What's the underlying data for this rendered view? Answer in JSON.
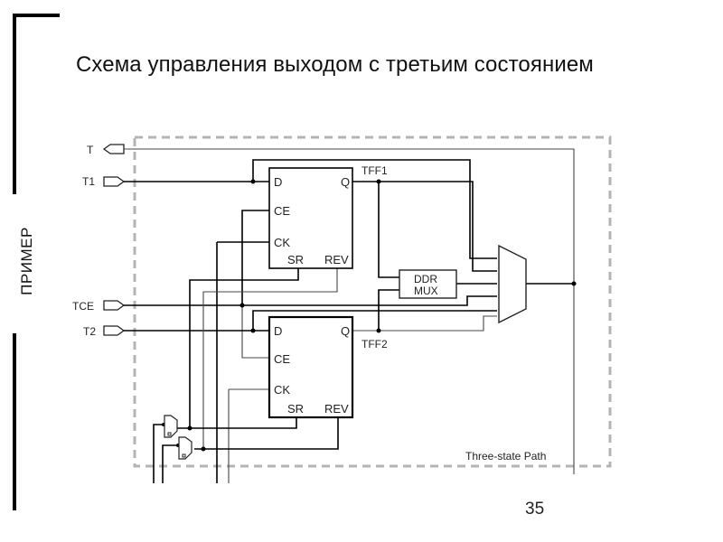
{
  "slide": {
    "title": "Схема управления выходом с третьим состоянием",
    "side_label": "ПРИМЕР",
    "page_number": "35"
  },
  "diagram": {
    "region_label": "Three-state Path",
    "ports": {
      "t": "T",
      "t1": "T1",
      "tce": "TCE",
      "t2": "T2"
    },
    "flip_flop_1": {
      "name": "TFF1",
      "pins": {
        "d": "D",
        "q": "Q",
        "ce": "CE",
        "ck": "CK",
        "sr": "SR",
        "rev": "REV"
      }
    },
    "flip_flop_2": {
      "name": "TFF2",
      "pins": {
        "d": "D",
        "q": "Q",
        "ce": "CE",
        "ck": "CK",
        "sr": "SR",
        "rev": "REV"
      }
    },
    "ddr_mux": {
      "line1": "DDR",
      "line2": "MUX"
    },
    "colors": {
      "wire": "#000000",
      "thin_wire": "#444444",
      "boundary": "#b4b4b4",
      "text": "#222222"
    }
  }
}
